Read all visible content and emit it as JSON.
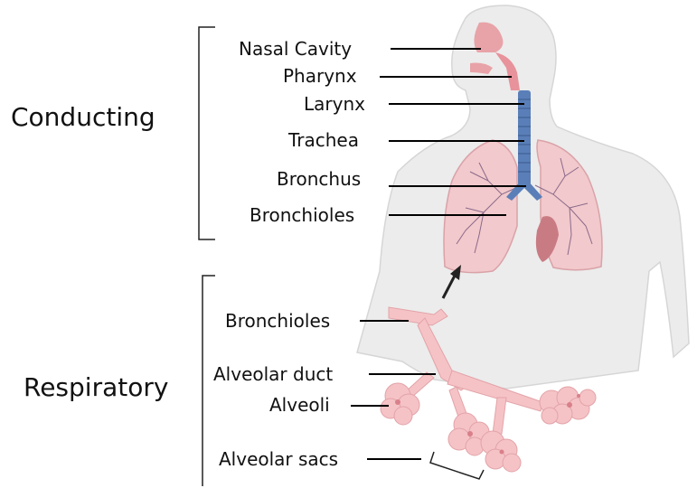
{
  "groups": {
    "conducting": "Conducting",
    "respiratory": "Respiratory"
  },
  "labels": {
    "nasal_cavity": "Nasal Cavity",
    "pharynx": "Pharynx",
    "larynx": "Larynx",
    "trachea": "Trachea",
    "bronchus": "Bronchus",
    "bronchioles_upper": "Bronchioles",
    "bronchioles_lower": "Bronchioles",
    "alveolar_duct": "Alveolar duct",
    "alveoli": "Alveoli",
    "alveolar_sacs": "Alveolar sacs"
  },
  "colors": {
    "body": "#ececec",
    "body_outline": "#d6d6d6",
    "lung": "#f2c9cc",
    "lung_outline": "#d9a2a8",
    "airway": "#e8929b",
    "trachea": "#5a7fb8",
    "alveoli": "#f5c3c6"
  }
}
